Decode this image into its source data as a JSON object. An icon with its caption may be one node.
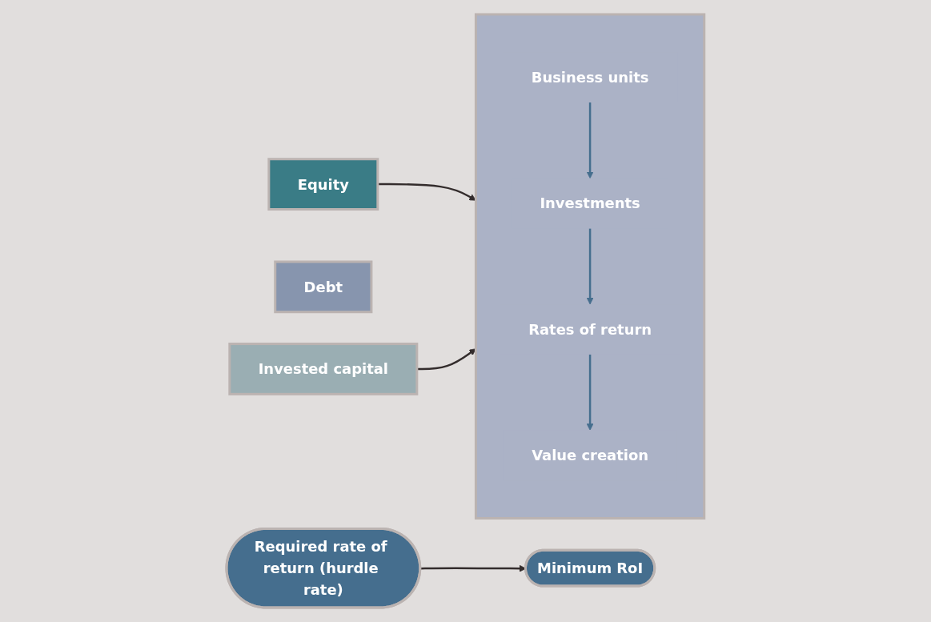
{
  "diagram": {
    "nodes": [
      {
        "text": [
          "Equity"
        ]
      },
      {
        "text": [
          "Debt"
        ]
      },
      {
        "text": [],
        "shape": "box"
      },
      {
        "text": [
          "Business units"
        ],
        "in": 2
      },
      {
        "text": [
          "Investments"
        ],
        "in": 2
      },
      {
        "text": [
          "Rates of return"
        ],
        "in": 2
      },
      {
        "text": [
          "Value creation"
        ],
        "in": 2
      },
      {
        "text": [
          "Invested capital"
        ]
      },
      {
        "text": [
          "Required rate of return (hurdle rate)"
        ]
      },
      {
        "text": [
          "Minimum RoI"
        ]
      }
    ],
    "edges": [
      {
        "from": 0,
        "to": 2,
        "arrow": "to"
      },
      {
        "from": 7,
        "to": 2,
        "arrow": "to"
      },
      {
        "from": 3,
        "to": 4,
        "arrow": "to",
        "color": "#456e8e"
      },
      {
        "from": 4,
        "to": 5,
        "arrow": "to",
        "color": "#456e8e"
      },
      {
        "from": 5,
        "to": 6,
        "arrow": "to",
        "color": "#456e8e"
      },
      {
        "from": 8,
        "to": 9,
        "arrow": "to"
      }
    ]
  }
}
